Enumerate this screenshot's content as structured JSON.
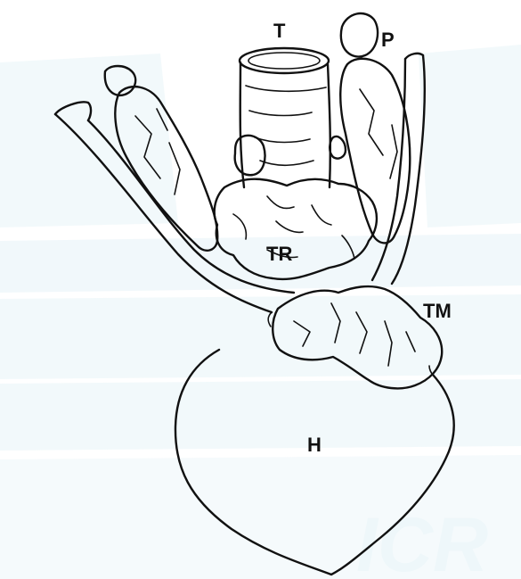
{
  "diagram": {
    "labels": {
      "trachea": "T",
      "parathyroid": "P",
      "thyroid": "TR",
      "thymus": "TM",
      "heart": "H"
    },
    "watermark": "ICR",
    "colors": {
      "ink": "#111111",
      "watermark": "#e8f4f8",
      "paper": "#ffffff"
    }
  }
}
